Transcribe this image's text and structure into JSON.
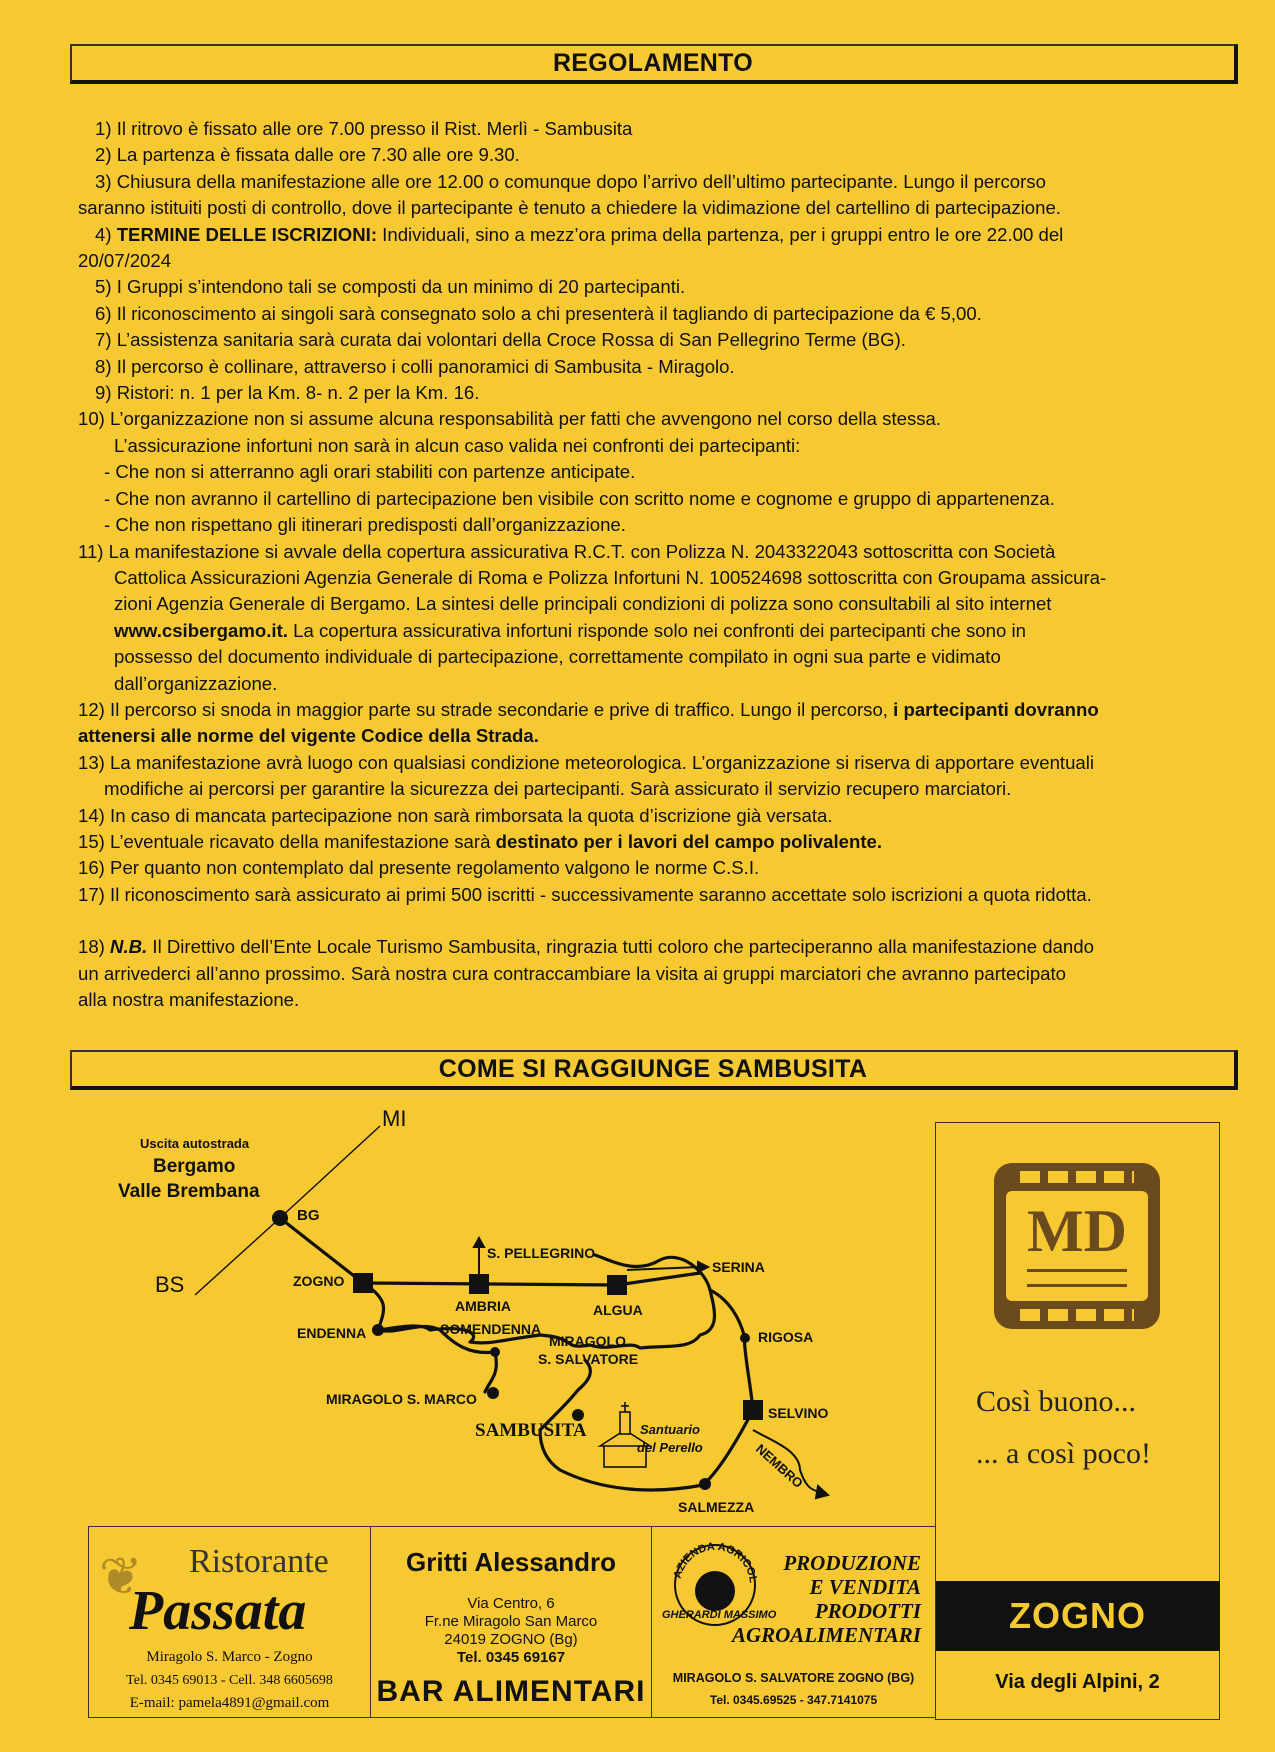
{
  "regolamento": {
    "title": "REGOLAMENTO",
    "r1": "1) Il ritrovo è fissato alle ore 7.00 presso il Rist. Merlì - Sambusita",
    "r2": "2) La partenza è fissata dalle ore 7.30 alle ore 9.30.",
    "r3a": "3) Chiusura della manifestazione alle ore 12.00 o comunque dopo l’arrivo dell’ultimo partecipante. Lungo il percorso",
    "r3b": "saranno istituiti posti di controllo, dove il partecipante è tenuto a chiedere la vidimazione del cartellino di partecipazione.",
    "r4_num": "4) ",
    "r4_bold": "TERMINE DELLE ISCRIZIONI:",
    "r4_text": " Individuali, sino a mezz’ora prima della partenza, per i gruppi entro le ore 22.00 del",
    "r4b": "20/07/2024",
    "r5": "5) I Gruppi s’intendono tali se composti da un minimo di 20 partecipanti.",
    "r6": "6) Il riconoscimento ai singoli sarà consegnato solo a chi presenterà il tagliando di partecipazione da € 5,00.",
    "r7": "7) L’assistenza sanitaria sarà curata dai volontari della Croce Rossa di San Pellegrino Terme (BG).",
    "r8": "8) Il percorso è collinare, attraverso i colli panoramici di Sambusita - Miragolo.",
    "r9": "9) Ristori: n. 1 per la Km. 8- n. 2 per la Km. 16.",
    "r10a": "10) L’organizzazione non si assume alcuna responsabilità per fatti che avvengono nel corso della stessa.",
    "r10b": "L’assicurazione infortuni non sarà in alcun caso valida nei confronti dei partecipanti:",
    "r10c": "- Che non si atterranno agli orari stabiliti con partenze anticipate.",
    "r10d": "- Che non avranno il cartellino di partecipazione ben visibile con scritto nome e cognome e gruppo di appartenenza.",
    "r10e": "- Che non rispettano gli itinerari predisposti dall’organizzazione.",
    "r11a": "11) La manifestazione si avvale della copertura assicurativa R.C.T. con Polizza N. 2043322043 sottoscritta con Società",
    "r11b": "Cattolica Assicurazioni Agenzia Generale di Roma e Polizza Infortuni N. 100524698 sottoscritta con Groupama assicura-",
    "r11c": "zioni Agenzia Generale di Bergamo. La sintesi delle principali condizioni di polizza sono consultabili al sito internet",
    "r11d_bold": "www.csibergamo.it.",
    "r11d_text": " La copertura assicurativa infortuni risponde solo nei confronti dei partecipanti che sono in",
    "r11e": "possesso del documento individuale di partecipazione, correttamente compilato in ogni sua parte e vidimato",
    "r11f": "dall’organizzazione.",
    "r12_text": "12) Il percorso si snoda in maggior parte su strade secondarie e prive di traffico. Lungo il percorso, ",
    "r12_bold1": "i partecipanti dovranno",
    "r12_bold2": "attenersi alle norme del vigente Codice della Strada.",
    "r13a": "13) La manifestazione avrà luogo con qualsiasi condizione meteorologica. L’organizzazione si riserva di apportare eventuali",
    "r13b": "modifiche ai percorsi per garantire la sicurezza dei partecipanti. Sarà assicurato il servizio recupero marciatori.",
    "r14": "14) In caso di mancata partecipazione non sarà rimborsata la quota d’iscrizione già versata.",
    "r15_text": "15) L’eventuale ricavato della manifestazione sarà ",
    "r15_bold": "destinato per i lavori del campo polivalente.",
    "r16": "16) Per quanto non contemplato dal presente regolamento valgono le norme C.S.I.",
    "r17": "17) Il riconoscimento sarà assicurato ai primi 500 iscritti - successivamente saranno accettate solo iscrizioni a quota ridotta.",
    "r18_num": "18) ",
    "r18_nb": "N.B.",
    "r18a": " Il Direttivo dell’Ente Locale Turismo Sambusita, ringrazia tutti coloro che parteciperanno alla manifestazione dando",
    "r18b": "un arrivederci all’anno prossimo. Sarà nostra cura contraccambiare la visita ai gruppi marciatori che avranno partecipato",
    "r18c": "alla nostra manifestazione."
  },
  "map": {
    "title": "COME SI RAGGIUNGE SAMBUSITA",
    "exit_label": "Uscita autostrada",
    "exit_name1": "Bergamo",
    "exit_name2": "Valle Brembana",
    "mi": "MI",
    "bs": "BS",
    "bg": "BG",
    "zogno": "ZOGNO",
    "ambria": "AMBRIA",
    "algua": "ALGUA",
    "s_pellegrino": "S. PELLEGRINO",
    "serina": "SERINA",
    "endenna": "ENDENNA",
    "somendenna": "SOMENDENNA",
    "miragolo1": "MIRAGOLO",
    "miragolo2": "S. SALVATORE",
    "rigosa": "RIGOSA",
    "miragolo_s_marco": "MIRAGOLO S. MARCO",
    "sambusita": "SAMBUSITA",
    "santuario1": "Santuario",
    "santuario2": "del Perello",
    "selvino": "SELVINO",
    "nembro": "NEMBRO",
    "salmezza": "SALMEZZA"
  },
  "ads": {
    "md_logo": "MD",
    "md_slogan1": "Così buono...",
    "md_slogan2": "... a così poco!",
    "md_city": "ZOGNO",
    "md_address": "Via degli Alpini, 2",
    "passata_word1": "Ristorante",
    "passata_word2": "Passata",
    "passata_addr": "Miragolo S. Marco - Zogno",
    "passata_tel": "Tel. 0345 69013 - Cell. 348 6605698",
    "passata_email": "E-mail: pamela4891@gmail.com",
    "gritti_name": "Gritti Alessandro",
    "gritti_addr1": "Via Centro, 6",
    "gritti_addr2": "Fr.ne Miragolo San Marco",
    "gritti_addr3": "24019 ZOGNO (Bg)",
    "gritti_tel": "Tel. 0345 69167",
    "gritti_shop": "BAR ALIMENTARI",
    "agri_arc": "AZIENDA AGRICOLA",
    "agri_owner": "GHERARDI MASSIMO",
    "agri_line1": "PRODUZIONE",
    "agri_line2": "E VENDITA",
    "agri_line3": "PRODOTTI",
    "agri_line4": "AGROALIMENTARI",
    "agri_addr": "MIRAGOLO S. SALVATORE ZOGNO (BG)",
    "agri_tel": "Tel. 0345.69525 - 347.7141075"
  },
  "colors": {
    "background": "#f6c832",
    "md_brown": "#6b4a1e",
    "band_black": "#111111"
  }
}
